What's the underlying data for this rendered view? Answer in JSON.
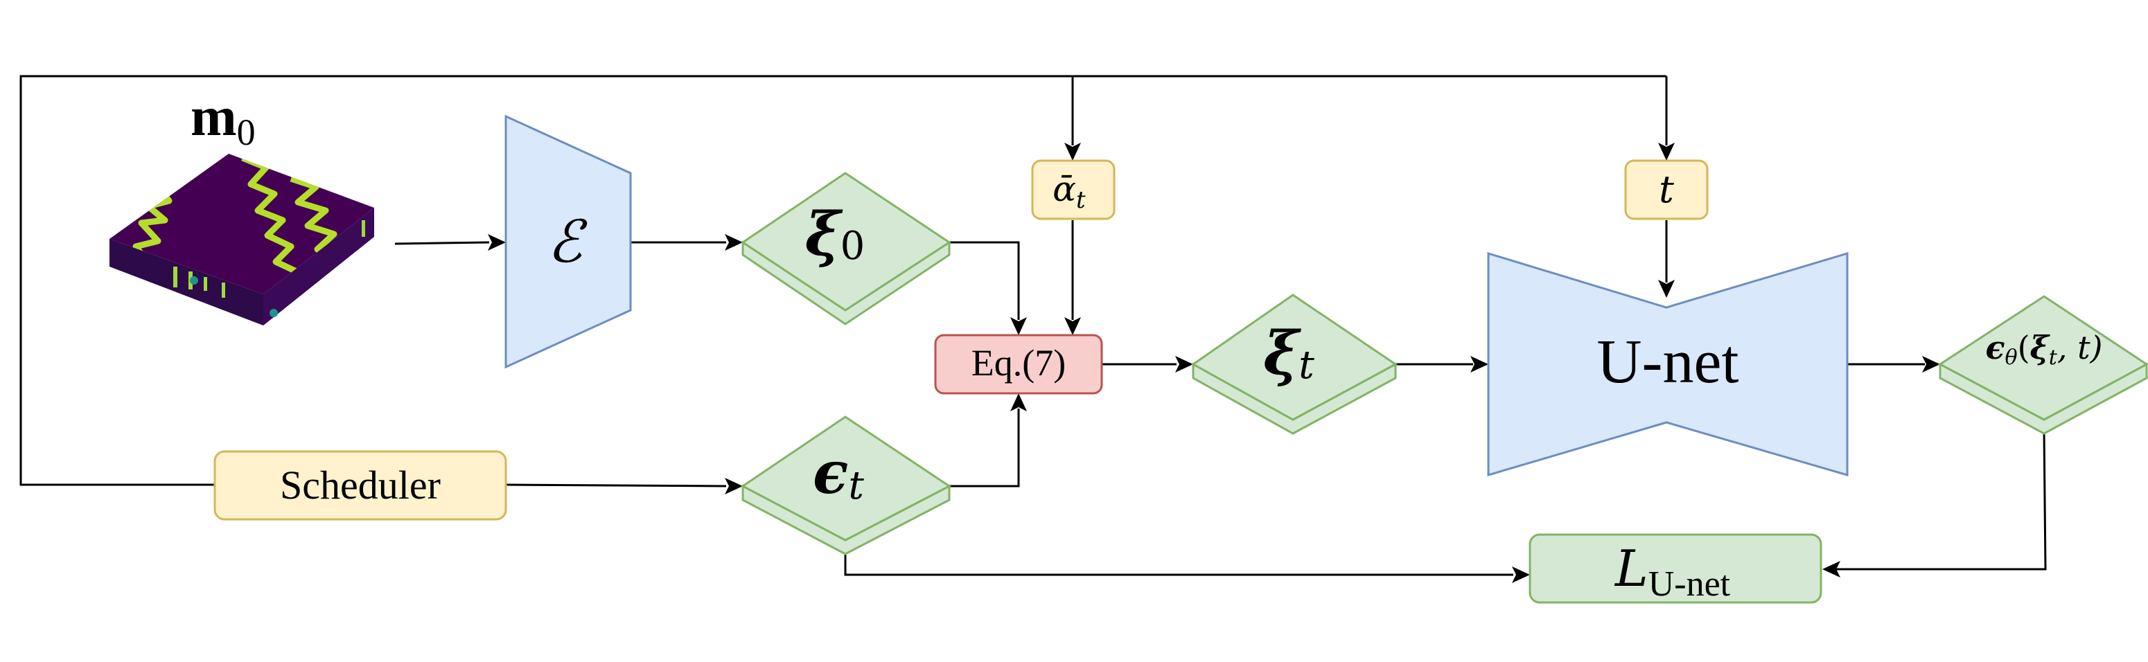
{
  "labels": {
    "m0": {
      "base": "m",
      "sub": "0"
    },
    "encoder": "ℰ",
    "xi0": {
      "base": "ξ",
      "sub": "0"
    },
    "alpha_bar_t": {
      "base": "ᾱ",
      "sub": "t"
    },
    "t": "t",
    "eq7": "Eq.(7)",
    "xit": {
      "base": "ξ",
      "sub": "t"
    },
    "unet": "U-net",
    "eps_theta": {
      "base": "ϵ",
      "sub": "θ",
      "args_open": "(",
      "arg": "ξ",
      "arg_sub": "t",
      "args_rest": ", t)"
    },
    "scheduler": "Scheduler",
    "eps_t": {
      "base": "ϵ",
      "sub": "t"
    },
    "loss": {
      "base": "L",
      "sub": "U-net"
    }
  },
  "colors": {
    "green_fill": "#d5e8d4",
    "green_stroke": "#82b366",
    "blue_fill": "#dae8fc",
    "blue_stroke": "#6c8ebf",
    "yellow_fill": "#fff2cc",
    "yellow_stroke": "#d6b656",
    "red_fill": "#f8cecc",
    "red_stroke": "#b85450",
    "line": "#000000",
    "field_background": "#440154",
    "field_stripe": "#9fda3a",
    "field_dots": "#21918c"
  }
}
